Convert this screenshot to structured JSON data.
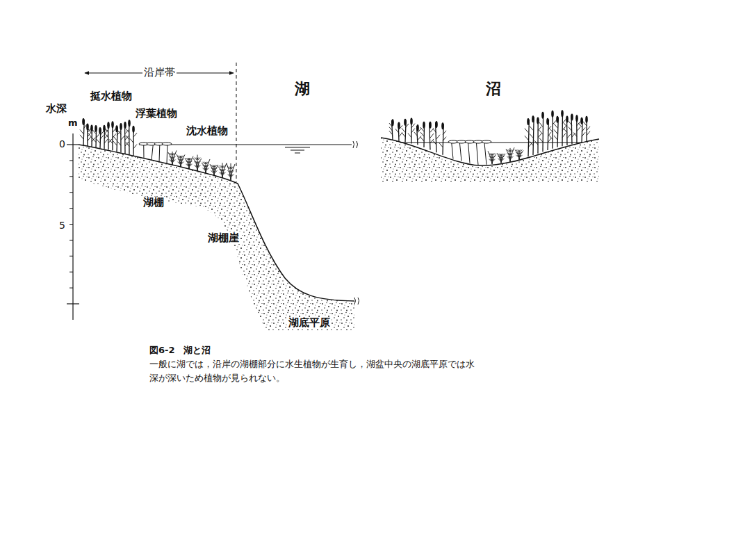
{
  "diagram": {
    "title": "図6-2　湖と沼",
    "caption": "一般に湖では，沿岸の湖棚部分に水生植物が生育し，湖盆中央の湖底平原では水深が深いため植物が見られない。",
    "labels": [
      "沿岸帯",
      "湖",
      "沼",
      "挺水植物",
      "水深",
      "m",
      "浮葉植物",
      "沈水植物",
      "0",
      "湖棚",
      "5",
      "湖棚崖",
      "湖底平原"
    ]
  }
}
